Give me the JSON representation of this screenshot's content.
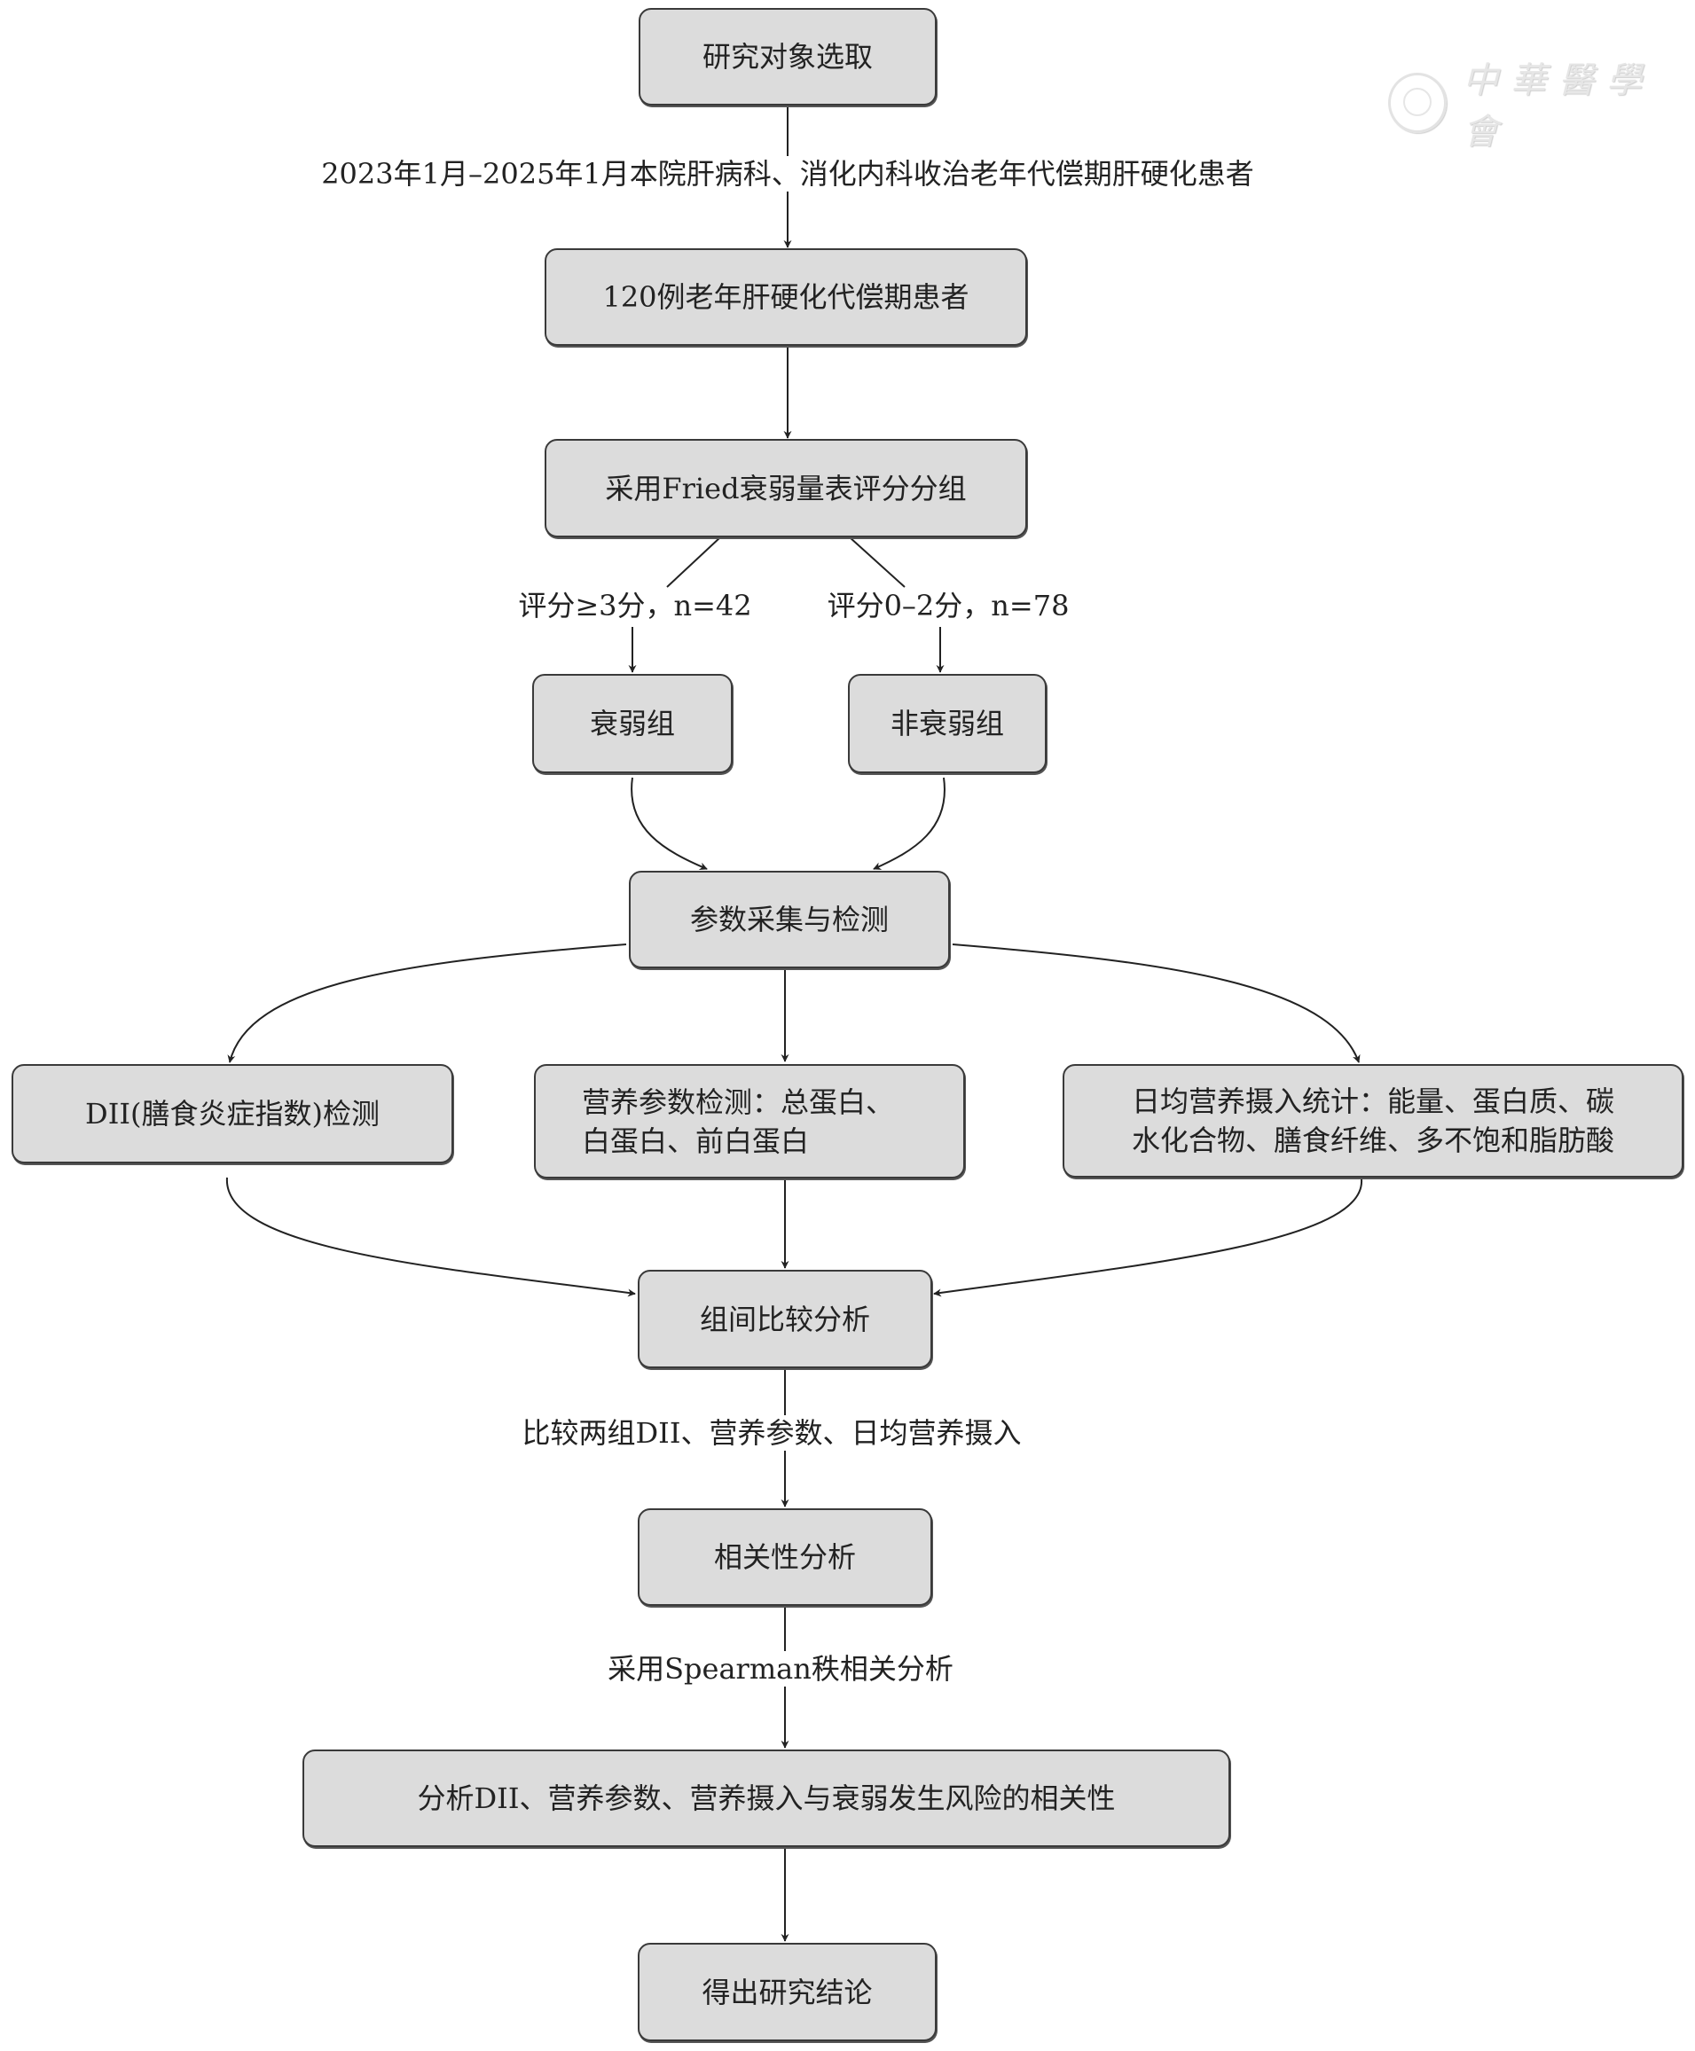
{
  "watermark": {
    "text": "中華醫學會",
    "logo": "chinese-medical-association-seal-icon"
  },
  "nodes": {
    "selection": "研究对象选取",
    "patients": "120例老年肝硬化代偿期患者",
    "fried_grouping": "采用Fried衰弱量表评分分组",
    "frail_group": "衰弱组",
    "nonfrail_group": "非衰弱组",
    "collection": "参数采集与检测",
    "dii": "DII(膳食炎症指数)检测",
    "nutrition_params_line1": "营养参数检测：总蛋白、",
    "nutrition_params_line2": "白蛋白、前白蛋白",
    "daily_intake_line1": "日均营养摄入统计：能量、蛋白质、碳",
    "daily_intake_line2": "水化合物、膳食纤维、多不饱和脂肪酸",
    "group_comparison": "组间比较分析",
    "correlation": "相关性分析",
    "risk_analysis": "分析DII、营养参数、营养摄入与衰弱发生风险的相关性",
    "conclusion": "得出研究结论"
  },
  "edge_labels": {
    "inclusion": "2023年1月–2025年1月本院肝病科、消化内科收治老年代偿期肝硬化患者",
    "frail_criteria": "评分≥3分，n=42",
    "nonfrail_criteria": "评分0–2分，n=78",
    "compare": "比较两组DII、营养参数、日均营养摄入",
    "method": "采用Spearman秩相关分析"
  },
  "colors": {
    "box_fill": "#dcdcdc",
    "box_border": "#3a3a3a",
    "line": "#222222"
  }
}
